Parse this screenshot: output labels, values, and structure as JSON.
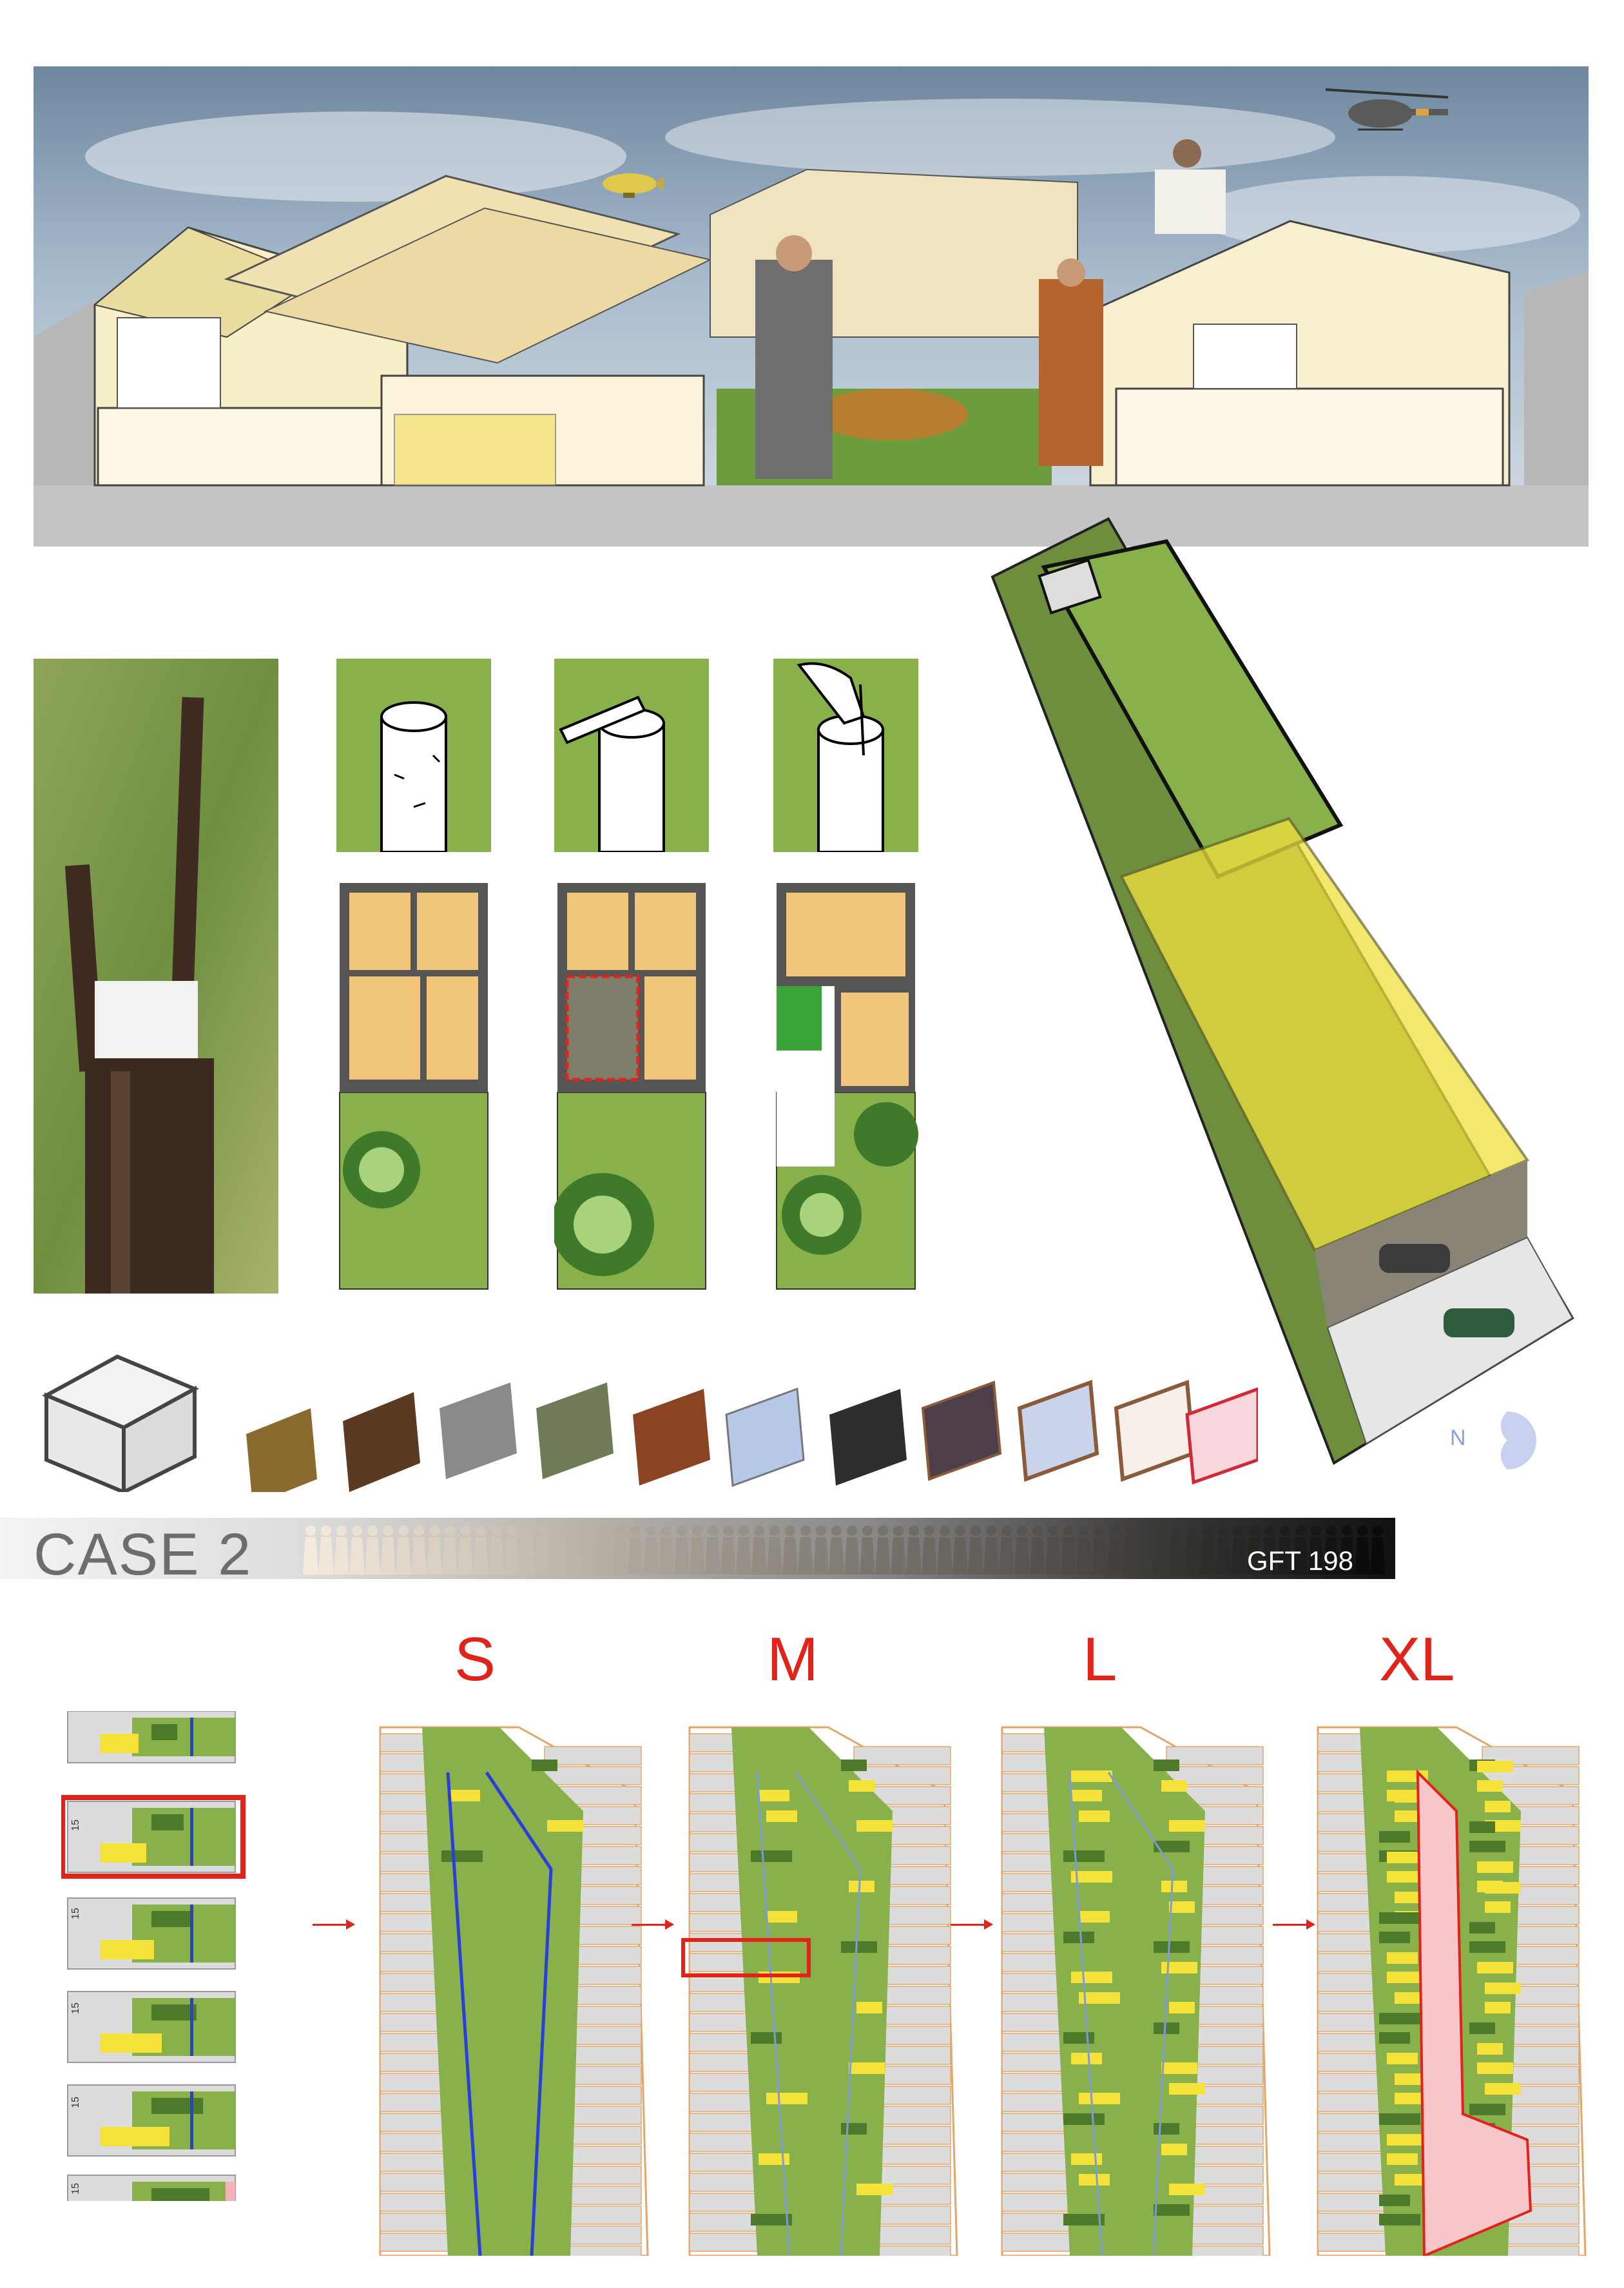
{
  "case_title": "CASE 2",
  "code": "GFT 198",
  "compass_label": "N",
  "sizes": [
    "S",
    "M",
    "L",
    "XL"
  ],
  "plot_label": "15",
  "colors": {
    "lawn": "#88b04b",
    "sky": "#8ea6bf",
    "accent_red": "#e2231a",
    "built_yellow": "#f5e33a",
    "dark_green": "#4e7a2c",
    "path_blue": "#2a3fd6",
    "lot_grey": "#dcdcdc"
  },
  "icons": [
    "helicopter-icon",
    "blimp-icon",
    "tree-stump-icon",
    "compass-icon",
    "arrow-right-icon"
  ]
}
